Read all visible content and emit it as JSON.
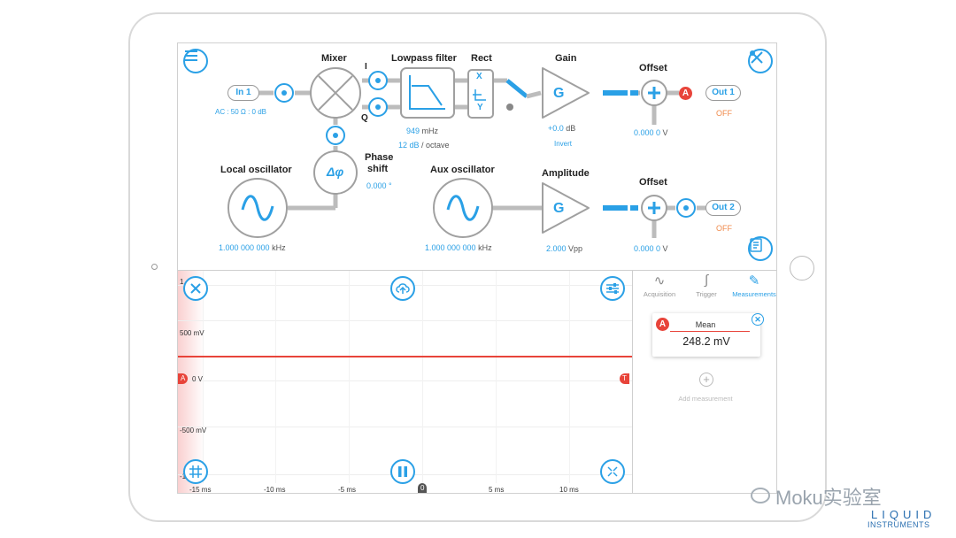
{
  "diagram": {
    "in1": {
      "label": "In 1",
      "coupling": "AC : 50 Ω : 0 dB"
    },
    "mixer": {
      "title": "Mixer",
      "i_label": "I",
      "q_label": "Q"
    },
    "lowpass": {
      "title": "Lowpass filter",
      "freq_value": "949",
      "freq_unit": "mHz",
      "slope_value": "12 dB",
      "slope_unit": "/ octave"
    },
    "rect": {
      "title": "Rect",
      "x": "X",
      "y": "Y"
    },
    "gain": {
      "title": "Gain",
      "symbol": "G",
      "value": "+0.0",
      "unit": "dB",
      "invert": "Invert"
    },
    "offset1": {
      "title": "Offset",
      "value": "0.000 0",
      "unit": "V"
    },
    "out1": {
      "label": "Out 1",
      "state": "OFF",
      "badge": "A"
    },
    "phase_shift": {
      "title_line1": "Phase",
      "title_line2": "shift",
      "value": "0.000 °",
      "symbol": "Δφ"
    },
    "local_osc": {
      "title": "Local oscillator",
      "value": "1.000 000 000",
      "unit": "kHz"
    },
    "aux_osc": {
      "title": "Aux oscillator",
      "value": "1.000 000 000",
      "unit": "kHz"
    },
    "amplitude": {
      "title": "Amplitude",
      "symbol": "G",
      "value": "2.000",
      "unit": "Vpp"
    },
    "offset2": {
      "title": "Offset",
      "value": "0.000 0",
      "unit": "V"
    },
    "out2": {
      "label": "Out 2",
      "state": "OFF"
    }
  },
  "scope": {
    "y_labels": [
      "1",
      "500 mV",
      "0 V",
      "-500 mV",
      "-1"
    ],
    "x_labels": [
      "-15 ms",
      "-10 ms",
      "-5 ms",
      "5 ms",
      "10 ms"
    ],
    "channel_marker": "A",
    "trigger_marker": "T",
    "time_marker": "0"
  },
  "side": {
    "tabs": [
      {
        "label": "Acquisition",
        "icon": "sine-icon"
      },
      {
        "label": "Trigger",
        "icon": "edge-icon"
      },
      {
        "label": "Measurements",
        "icon": "ruler-icon"
      }
    ],
    "measurement": {
      "badge": "A",
      "name": "Mean",
      "value": "248.2 mV"
    },
    "add_label": "Add measurement"
  },
  "watermark": {
    "text": "Moku实验室",
    "logo_line1": "LIQUID",
    "logo_line2": "INSTRUMENTS"
  },
  "colors": {
    "accent": "#2aa0e6",
    "channel_a": "#e8443a",
    "off": "#f08a4b"
  }
}
